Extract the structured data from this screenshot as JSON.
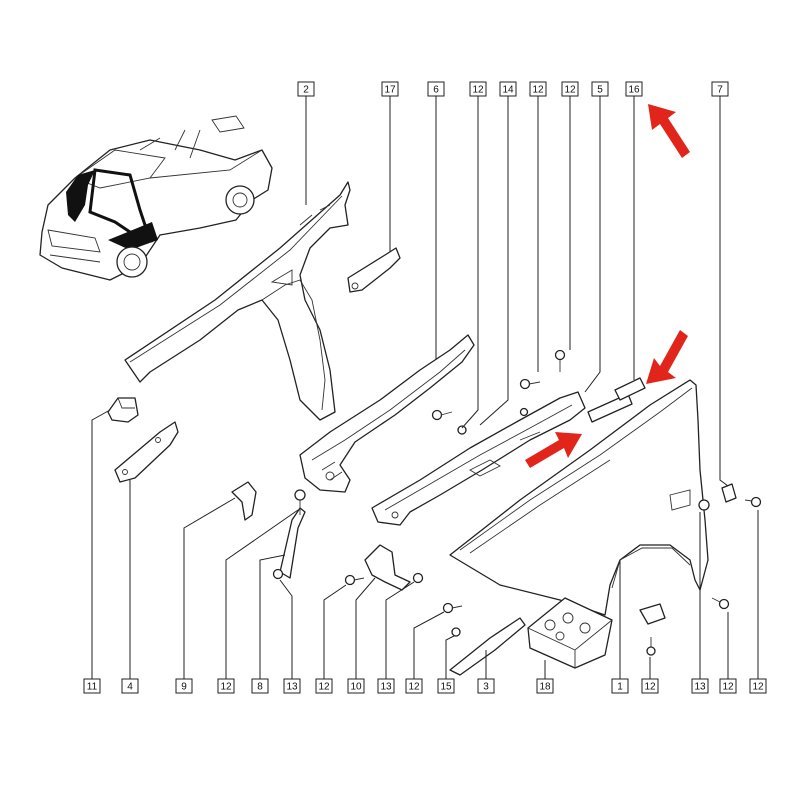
{
  "diagram": {
    "accent_color": "#e1251b",
    "labels_top": [
      "2",
      "17",
      "6",
      "12",
      "14",
      "12",
      "12",
      "5",
      "16",
      "7"
    ],
    "labels_bottom": [
      "11",
      "4",
      "9",
      "12",
      "8",
      "13",
      "12",
      "10",
      "13",
      "12",
      "15",
      "3",
      "18",
      "1",
      "12",
      "13",
      "12",
      "12"
    ],
    "red_arrows": 3
  }
}
